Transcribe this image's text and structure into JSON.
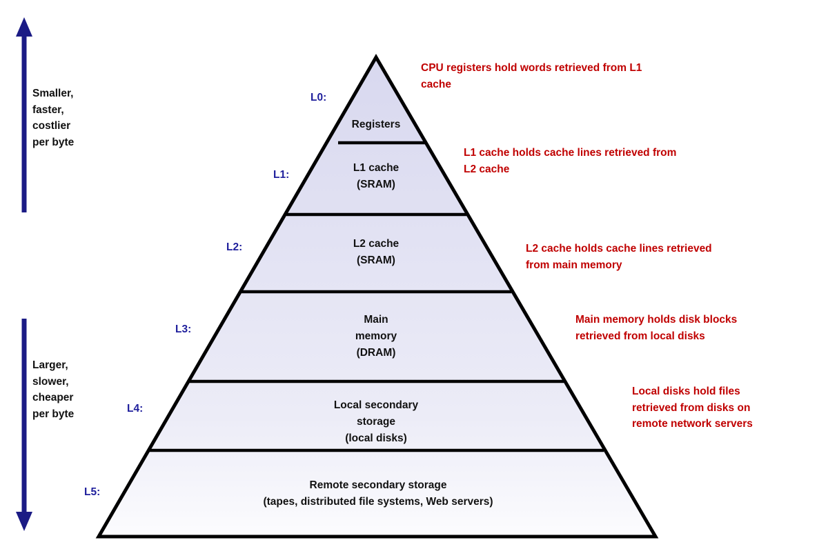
{
  "diagram_type": "memory-hierarchy-pyramid",
  "colors": {
    "arrow_navy": "#1b1b85",
    "level_label_blue": "#1e1e9c",
    "annotation_red": "#c00000",
    "band_text_black": "#111111",
    "pyramid_fill_top": "#d8d8ef",
    "pyramid_fill_bottom": "#fcfcfe",
    "pyramid_outline": "#000000"
  },
  "left_axis": {
    "top_arrow_icon": "up-arrow",
    "top_text": "Smaller,\nfaster,\ncostlier\nper byte",
    "bottom_arrow_icon": "down-arrow",
    "bottom_text": "Larger,\nslower,\ncheaper\nper byte"
  },
  "pyramid": {
    "levels": [
      {
        "label": "L0:",
        "name": "Registers",
        "annotation": "CPU registers hold words retrieved from L1\ncache"
      },
      {
        "label": "L1:",
        "name": "L1 cache\n(SRAM)",
        "annotation": "L1 cache holds cache lines retrieved from\nL2 cache"
      },
      {
        "label": "L2:",
        "name": "L2 cache\n(SRAM)",
        "annotation": "L2 cache holds cache lines retrieved\nfrom main memory"
      },
      {
        "label": "L3:",
        "name": "Main\nmemory\n(DRAM)",
        "annotation": "Main memory holds disk blocks\nretrieved from local disks"
      },
      {
        "label": "L4:",
        "name": "Local secondary\nstorage\n(local disks)",
        "annotation": "Local disks hold files\nretrieved from disks on\nremote network servers"
      },
      {
        "label": "L5:",
        "name": "Remote secondary storage\n(tapes, distributed file systems, Web servers)",
        "annotation": ""
      }
    ]
  }
}
